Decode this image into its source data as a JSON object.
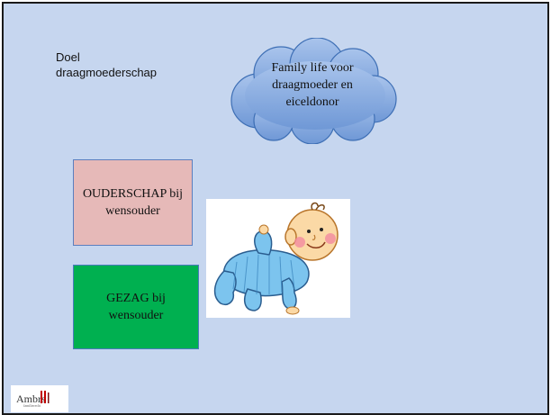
{
  "slide": {
    "title_line1": "Doel",
    "title_line2": "draagmoederschap",
    "cloud_line1": "Family life voor",
    "cloud_line2": "draagmoeder en",
    "cloud_line3": "eiceldonor",
    "box_parenthood_line1": "OUDERSCHAP bij",
    "box_parenthood_line2": "wensouder",
    "box_custody_line1": "GEZAG bij",
    "box_custody_line2": "wensouder"
  },
  "logo": {
    "text": "Ambrs",
    "subtitle": "familierecht"
  },
  "colors": {
    "background": "#c6d6ef",
    "cloud": "#7aa3dd",
    "parenthood_box": "#e6b9b8",
    "custody_box": "#00b050",
    "logo_bars": "#c00000"
  },
  "icons": {
    "illustration": "crawling-baby-illustration",
    "logo": "law-firm-logo"
  }
}
